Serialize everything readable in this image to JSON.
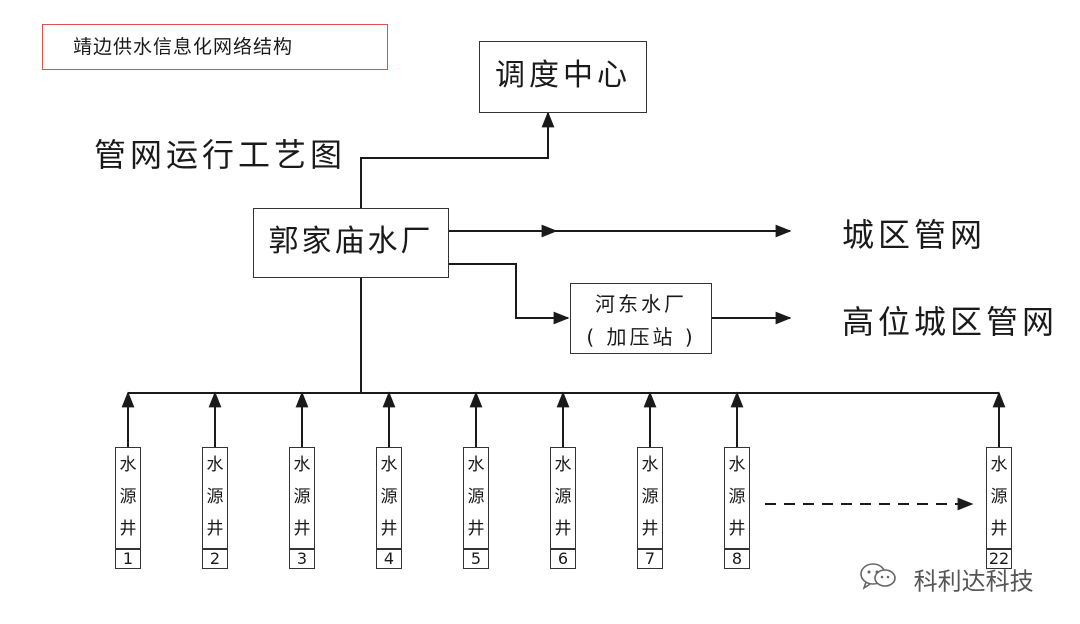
{
  "title": "靖边供水信息化网络结构",
  "subtitle": "管网运行工艺图",
  "nodes": {
    "dispatch_center": "调度中心",
    "main_plant": "郭家庙水厂",
    "booster_line1": "河东水厂",
    "booster_line2": "( 加压站 )",
    "city_network": "城区管网",
    "high_city_network": "高位城区管网"
  },
  "wells": {
    "label_chars": [
      "水",
      "源",
      "井"
    ],
    "numbers": [
      "1",
      "2",
      "3",
      "4",
      "5",
      "6",
      "7",
      "8",
      "22"
    ]
  },
  "watermark": {
    "text": "科利达科技",
    "icon": "wechat-icon"
  },
  "colors": {
    "title_border": "#d9534f",
    "line": "#1a1a1a"
  }
}
